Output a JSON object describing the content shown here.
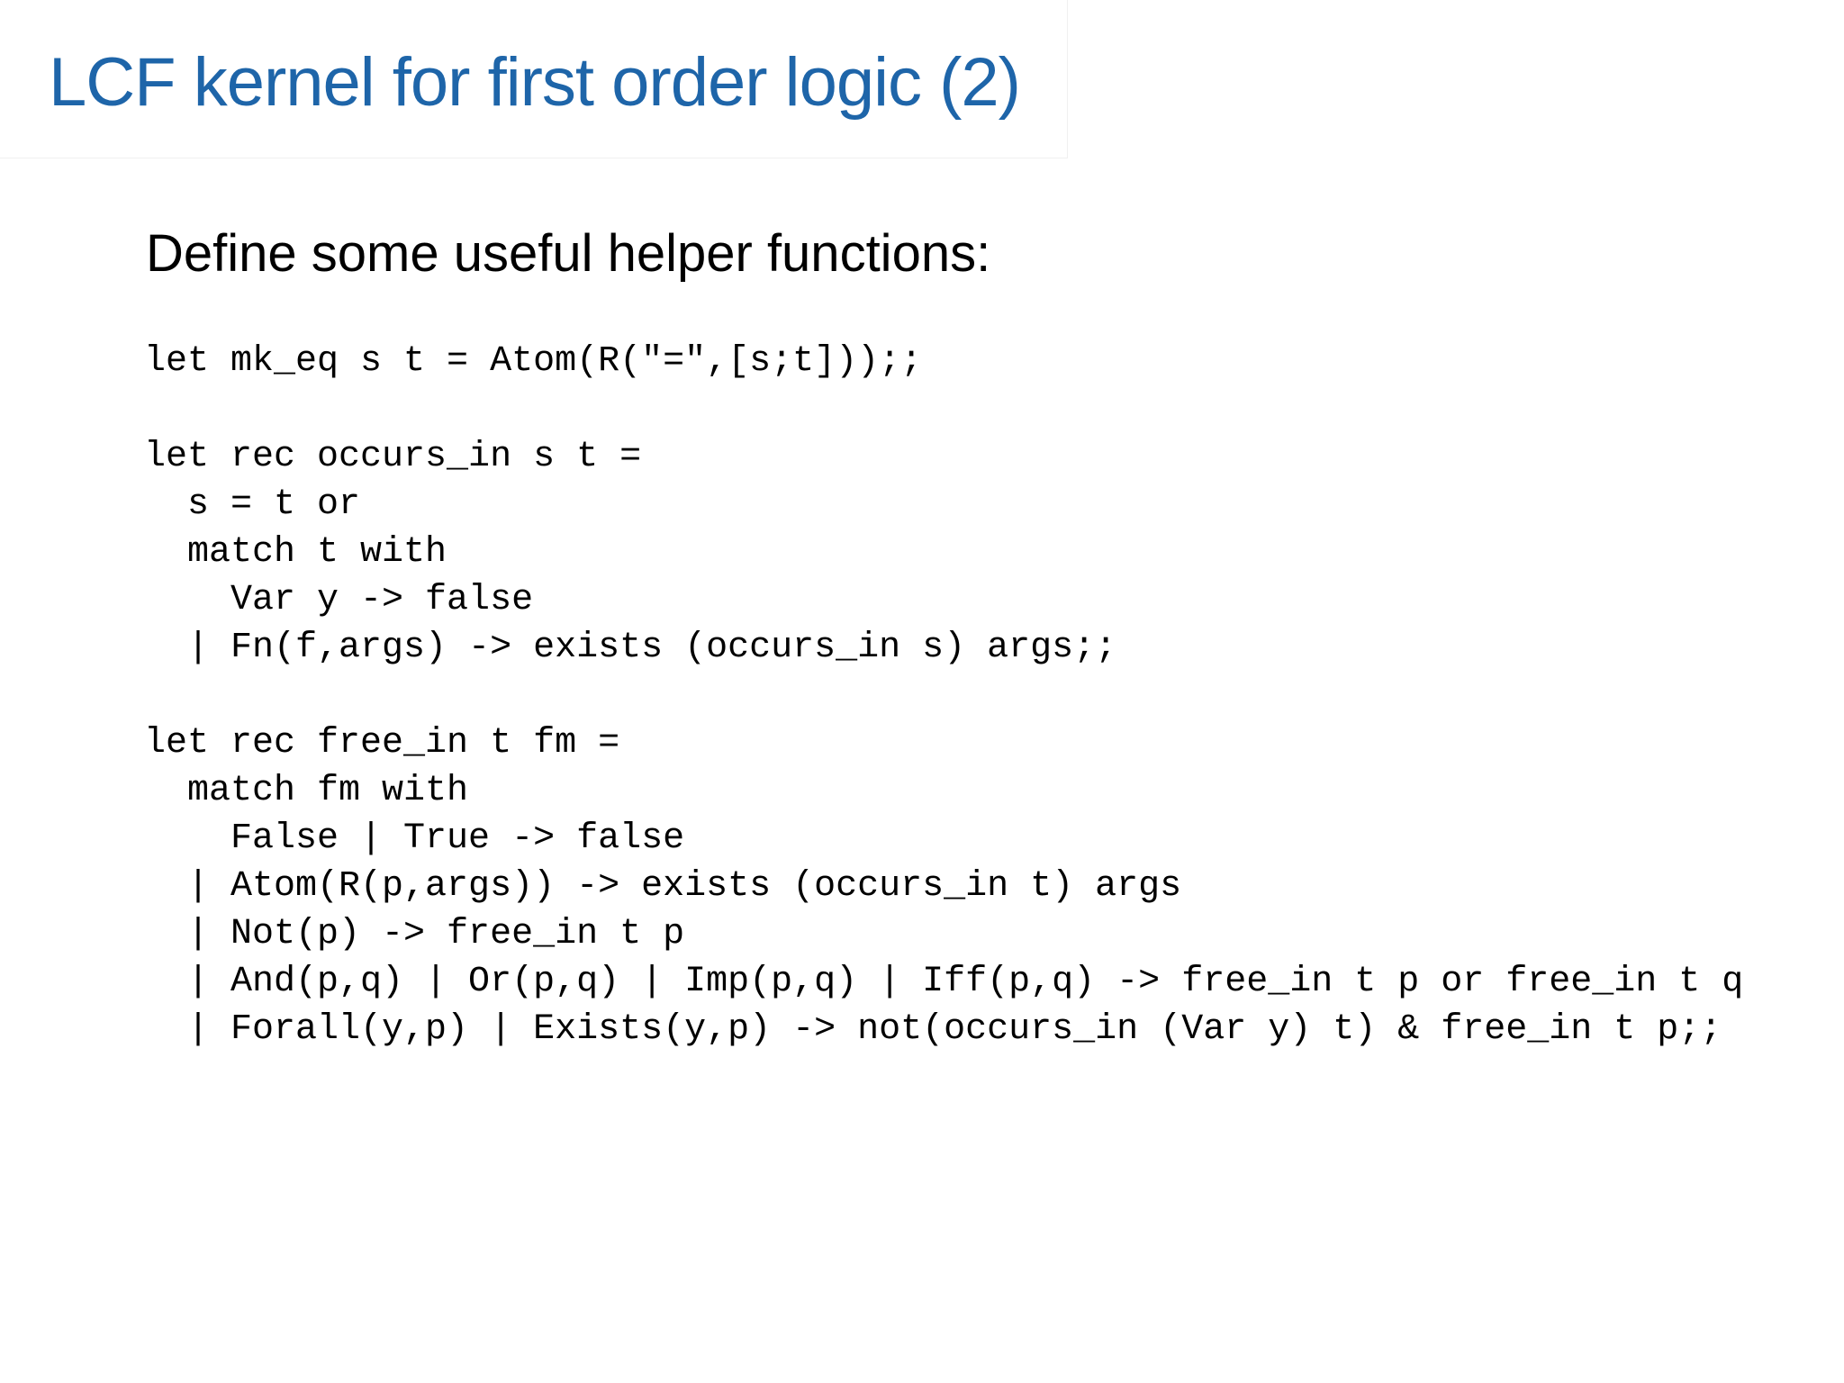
{
  "slide": {
    "title": "LCF kernel for first order logic (2)",
    "intro": "Define some useful helper functions:",
    "code": "let mk_eq s t = Atom(R(\"=\",[s;t]));;\n\nlet rec occurs_in s t =\n  s = t or\n  match t with\n    Var y -> false\n  | Fn(f,args) -> exists (occurs_in s) args;;\n\nlet rec free_in t fm =\n  match fm with\n    False | True -> false\n  | Atom(R(p,args)) -> exists (occurs_in t) args\n  | Not(p) -> free_in t p\n  | And(p,q) | Or(p,q) | Imp(p,q) | Iff(p,q) -> free_in t p or free_in t q\n  | Forall(y,p) | Exists(y,p) -> not(occurs_in (Var y) t) & free_in t p;;"
  },
  "colors": {
    "title_blue": "#1e65a9",
    "text": "#000000",
    "background": "#ffffff"
  }
}
